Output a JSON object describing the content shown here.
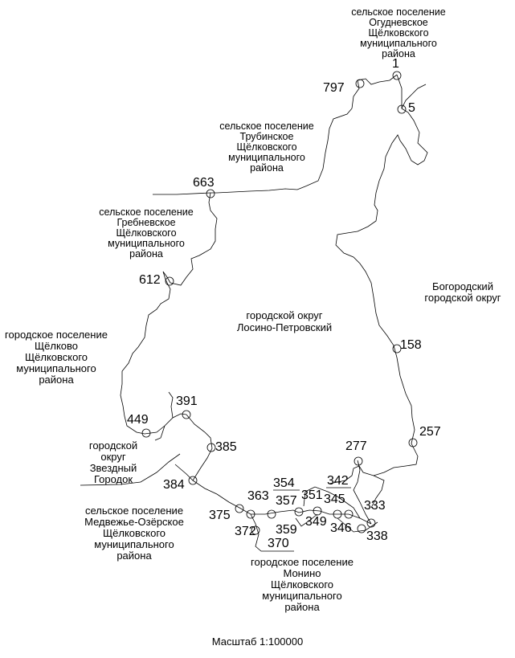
{
  "regions": {
    "ogudnevskoe": [
      "сельское поселение",
      "Огудневское",
      "Щёлковского",
      "муниципального",
      "района"
    ],
    "trubinskoe": [
      "сельское поселение",
      "Трубинское",
      "Щёлковского",
      "муниципального",
      "района"
    ],
    "grebnevskoe": [
      "сельское поселение",
      "Гребневское",
      "Щёлковского",
      "муниципального",
      "района"
    ],
    "losino": [
      "городской округ",
      "Лосино-Петровский"
    ],
    "bogorodsky": [
      "Богородский",
      "городской округ"
    ],
    "shchelkovo": [
      "городское поселение",
      "Щёлково",
      "Щёлковского",
      "муниципального",
      "района"
    ],
    "zvezdny": [
      "городской",
      "округ",
      "Звездный",
      "Городок"
    ],
    "medvezhye": [
      "сельское поселение",
      "Медвежье-Озёрское",
      "Щёлковского",
      "муниципального",
      "района"
    ],
    "monino": [
      "городское поселение",
      "Монино",
      "Щёлковского",
      "муниципального",
      "района"
    ]
  },
  "points": {
    "p1": "1",
    "p797": "797",
    "p5": "5",
    "p663": "663",
    "p612": "612",
    "p158": "158",
    "p449": "449",
    "p391": "391",
    "p385": "385",
    "p257": "257",
    "p277": "277",
    "p384": "384",
    "p354": "354",
    "p342": "342",
    "p363": "363",
    "p357": "357",
    "p351": "351",
    "p345": "345",
    "p333": "333",
    "p375": "375",
    "p372": "372",
    "p359": "359",
    "p349": "349",
    "p346": "346",
    "p338": "338",
    "p370": "370"
  },
  "scale": "Масштаб 1:100000"
}
